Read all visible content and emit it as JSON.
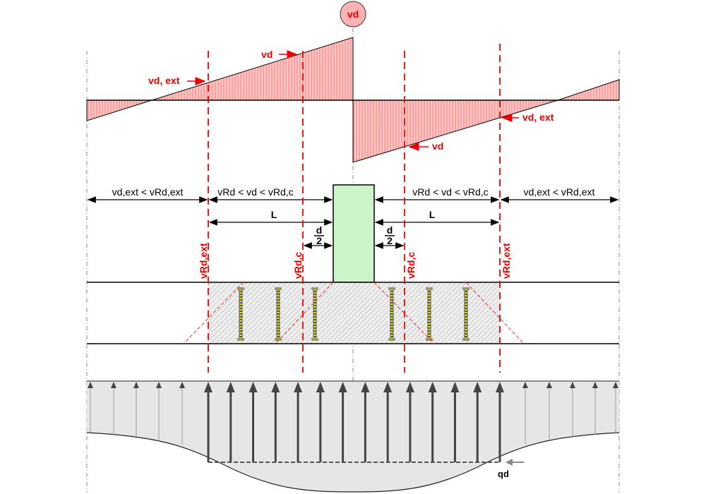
{
  "top_badge": "vd",
  "shear_labels": {
    "vd_left": "vd",
    "vd_ext_left": "vd, ext",
    "vd_ext_right": "vd, ext",
    "vd_right": "vd"
  },
  "zones": {
    "outer_left": "vd,ext < vRd,ext",
    "inner_left": "vRd < vd < vRd,c",
    "inner_right": "vRd < vd < vRd,c",
    "outer_right": "vd,ext < vRd,ext"
  },
  "dims": {
    "L": "L",
    "d": "d",
    "two": "2"
  },
  "sections": {
    "vRd_ext": "vRd,ext",
    "vRd_c": "vRd,c"
  },
  "load_label": "qd",
  "colors": {
    "shear_fill": "#ffb3b3",
    "red": "#ee0000",
    "column": "#ccf5cc",
    "soil": "#e6e6e6"
  }
}
